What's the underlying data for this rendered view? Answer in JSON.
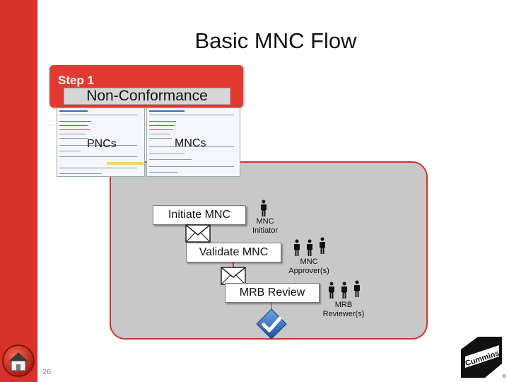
{
  "slide": {
    "title": "Basic MNC Flow",
    "step_label": "Step 1",
    "step_name": "Non-Conformance",
    "screenshot_left_caption": "PNCs",
    "screenshot_right_caption": "MNCs",
    "slide_number": "26",
    "brand_logo_text": "Cummins"
  },
  "flow": [
    {
      "label": "Initiate MNC",
      "role_line1": "MNC",
      "role_line2": "Initiator",
      "people": 1
    },
    {
      "label": "Validate MNC",
      "role_line1": "MNC",
      "role_line2": "Approver(s)",
      "people": 3
    },
    {
      "label": "MRB Review",
      "role_line1": "MRB",
      "role_line2": "Reviewer(s)",
      "people": 3
    }
  ],
  "icons": {
    "home": "home-icon",
    "mail": "envelope-icon",
    "check": "checkmark-shield-icon",
    "person": "person-icon"
  },
  "colors": {
    "accent_red": "#d6312a",
    "panel_grey": "#c8c8c8",
    "check_blue": "#2f6fc4"
  }
}
